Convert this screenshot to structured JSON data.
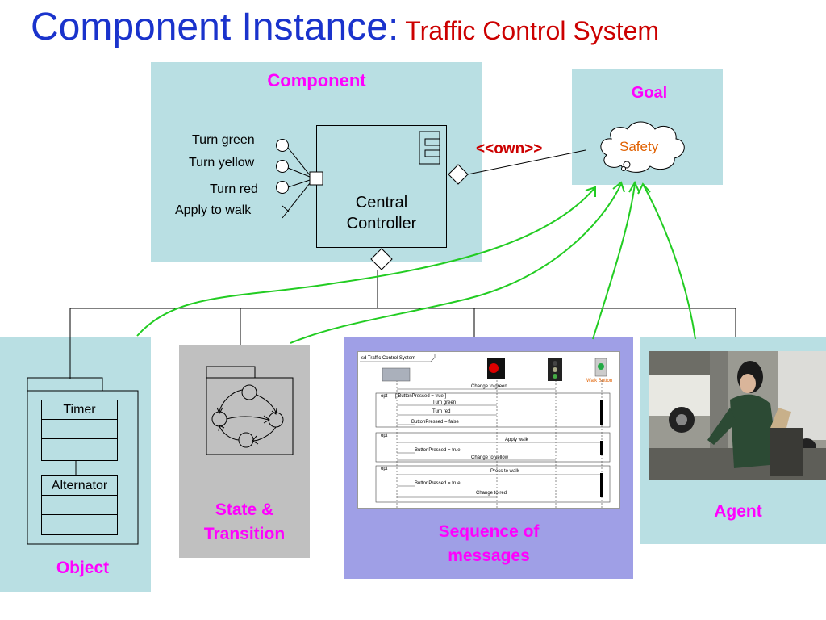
{
  "title": {
    "main": "Component Instance:",
    "sub": "Traffic Control System"
  },
  "component": {
    "label": "Component",
    "ports": [
      "Turn green",
      "Turn yellow",
      "Turn red",
      "Apply to walk"
    ],
    "controller_line1": "Central",
    "controller_line2": "Controller"
  },
  "relation": {
    "label": "<<own>>"
  },
  "goal": {
    "label": "Goal",
    "cloud_text": "Safety"
  },
  "object": {
    "label": "Object",
    "class1": "Timer",
    "class2": "Alternator"
  },
  "state": {
    "label_line1": "State &",
    "label_line2": "Transition"
  },
  "sequence": {
    "label_line1": "Sequence of",
    "label_line2": "messages",
    "frame_title": "sd Traffic Control System",
    "walk_button": "Walk Button",
    "messages": [
      "Change to green",
      "[ ButtonPressed = true ]",
      "Turn green",
      "Turn red",
      "ButtonPressed = false",
      "Apply walk",
      "ButtonPressed = true",
      "Change to yellow",
      "Press to walk",
      "ButtonPressed = true",
      "Change to red"
    ],
    "opt": "opt"
  },
  "agent": {
    "label": "Agent"
  },
  "colors": {
    "title_blue": "#1a33cc",
    "title_red": "#cc0000",
    "teal": "#b9dfe3",
    "grey": "#c0c0c0",
    "purple": "#9f9fe6",
    "label_magenta": "#ff00ff",
    "arrow_green": "#22cc22"
  }
}
